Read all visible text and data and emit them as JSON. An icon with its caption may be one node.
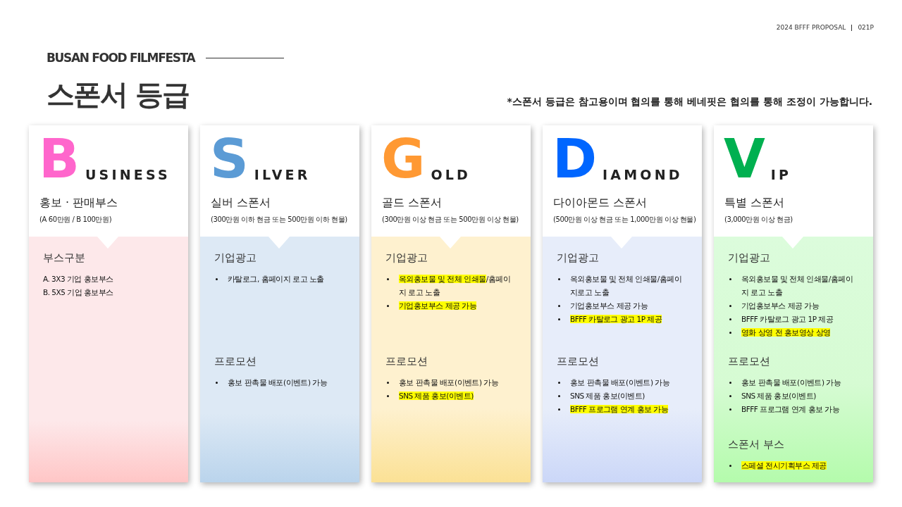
{
  "diagram": {
    "title": "스폰서 등급",
    "nodes": [
      {
        "text": [
          "B",
          "USINESS",
          "홍보 · 판매부스",
          "(A 60만원 / B 100만원)"
        ]
      },
      {
        "text": [
          "부스구분",
          "A. 3X3 기업 홍보부스",
          "B. 5X5 기업 홍보부스"
        ],
        "in": 0
      },
      {
        "text": [
          "S",
          "ILVER",
          "실버 스폰서",
          "(300만원 이하 현금 또는 500만원 이하 현물)"
        ]
      },
      {
        "text": [
          "기업광고",
          "카탈로그, 홈페이지 로고 노출",
          "프로모션",
          "홍보 판촉물 배포(이벤트) 가능"
        ],
        "in": 2
      },
      {
        "text": [
          "G",
          "OLD",
          "골드 스폰서",
          "(300만원 이상 현금 또는 500만원 이상 현물)"
        ]
      },
      {
        "text": [
          "기업광고",
          "**옥외홍보물 및 전체 인쇄물**/홈페이지 로고 노출",
          "**기업홍보부스 제공 가능**",
          "프로모션",
          "홍보 판촉물 배포(이벤트) 가능",
          "**SNS 제품 홍보(이벤트)**"
        ],
        "in": 4
      },
      {
        "text": [
          "D",
          "IAMOND",
          "다이아몬드 스폰서",
          "(500만원 이상 현금 또는 1,000만원 이상 현물)"
        ]
      },
      {
        "text": [
          "기업광고",
          "옥외홍보물 및 전체 인쇄물/홈페이지로고 노출",
          "기업홍보부스 제공 가능",
          "**BFFF 카탈로그 광고 1P 제공**",
          "프로모션",
          "홍보 판촉물 배포(이벤트) 가능",
          "SNS 제품 홍보(이벤트)",
          "**BFFF 프로그램 연계 홍보 가능**"
        ],
        "in": 6
      },
      {
        "text": [
          "V",
          "IP",
          "특별 스폰서",
          "(3,000만원 이상 현금)"
        ]
      },
      {
        "text": [
          "기업광고",
          "옥외홍보물 및 전체 인쇄물/홈페이지 로고 노출",
          "기업홍보부스 제공 가능",
          "BFFF 카탈로그 광고 1P 제공",
          "**영화 상영 전 홍보영상 상영**",
          "프로모션",
          "홍보 판촉물 배포(이벤트) 가능",
          "SNS 제품 홍보(이벤트)",
          "BFFF 프로그램 연계 홍보 가능",
          "스폰서 부스",
          "**스페셜 전시기획부스 제공**"
        ],
        "in": 8
      }
    ],
    "edges": [],
    "labels": [
      "2024 BFFF PROPOSAL",
      "021P",
      "BUSAN FOOD FILMFESTA",
      "*스폰서 등급은 참고용이며 협의를 통해 베네핏은 협의를 통해 조정이 가능합니다."
    ]
  }
}
